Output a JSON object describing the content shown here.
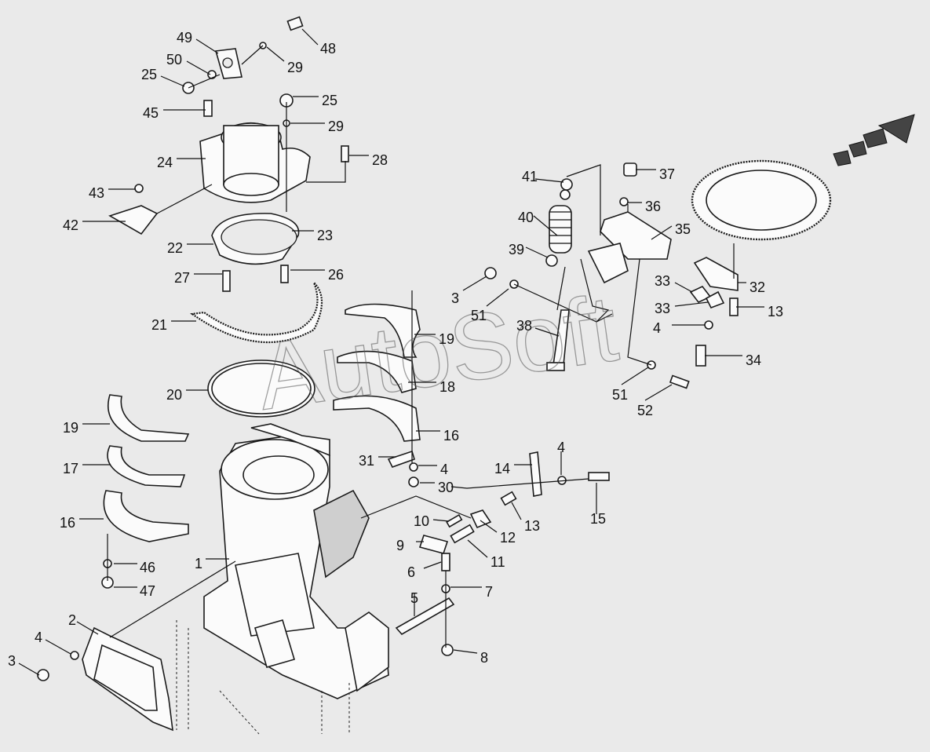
{
  "watermark": "AutoSoft",
  "callouts": [
    {
      "label": "49"
    },
    {
      "label": "48"
    },
    {
      "label": "50"
    },
    {
      "label": "29"
    },
    {
      "label": "25"
    },
    {
      "label": "45"
    },
    {
      "label": "25"
    },
    {
      "label": "29"
    },
    {
      "label": "28"
    },
    {
      "label": "24"
    },
    {
      "label": "43"
    },
    {
      "label": "42"
    },
    {
      "label": "23"
    },
    {
      "label": "22"
    },
    {
      "label": "27"
    },
    {
      "label": "26"
    },
    {
      "label": "21"
    },
    {
      "label": "19"
    },
    {
      "label": "18"
    },
    {
      "label": "20"
    },
    {
      "label": "16"
    },
    {
      "label": "19"
    },
    {
      "label": "17"
    },
    {
      "label": "16"
    },
    {
      "label": "46"
    },
    {
      "label": "47"
    },
    {
      "label": "31"
    },
    {
      "label": "4"
    },
    {
      "label": "30"
    },
    {
      "label": "1"
    },
    {
      "label": "2"
    },
    {
      "label": "4"
    },
    {
      "label": "3"
    },
    {
      "label": "41"
    },
    {
      "label": "40"
    },
    {
      "label": "39"
    },
    {
      "label": "3"
    },
    {
      "label": "51"
    },
    {
      "label": "38"
    },
    {
      "label": "37"
    },
    {
      "label": "36"
    },
    {
      "label": "35"
    },
    {
      "label": "32"
    },
    {
      "label": "33"
    },
    {
      "label": "33"
    },
    {
      "label": "13"
    },
    {
      "label": "4"
    },
    {
      "label": "34"
    },
    {
      "label": "51"
    },
    {
      "label": "52"
    },
    {
      "label": "14"
    },
    {
      "label": "4"
    },
    {
      "label": "15"
    },
    {
      "label": "10"
    },
    {
      "label": "13"
    },
    {
      "label": "12"
    },
    {
      "label": "9"
    },
    {
      "label": "11"
    },
    {
      "label": "6"
    },
    {
      "label": "7"
    },
    {
      "label": "5"
    },
    {
      "label": "8"
    }
  ]
}
